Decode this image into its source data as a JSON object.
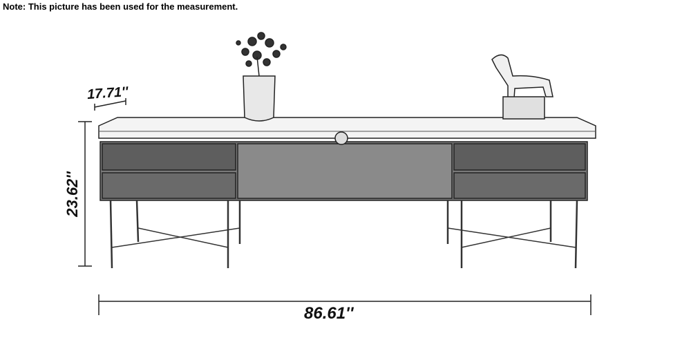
{
  "note": "Note: This picture has been used for the measurement.",
  "dimensions": {
    "depth": "17.71''",
    "height": "23.62''",
    "width": "86.61''"
  }
}
